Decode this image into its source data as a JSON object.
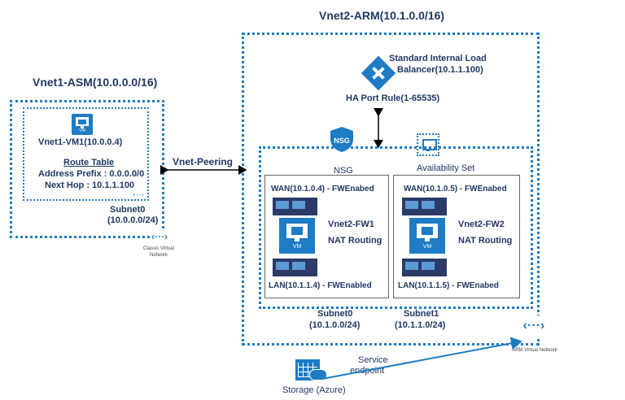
{
  "vnet1": {
    "title": "Vnet1-ASM(10.0.0.0/16)",
    "vm_name": "Vnet1-VM1(10.0.0.4)",
    "route_table_title": "Route Table",
    "address_prefix": "Address Prefix : 0.0.0.0/0",
    "next_hop": "Next Hop : 10.1.1.100",
    "subnet_name": "Subnet0",
    "subnet_cidr": "(10.0.0.0/24)",
    "network_label": "Classic Virtual Network",
    "vm_icon_text": "VM"
  },
  "peering": {
    "label": "Vnet-Peering"
  },
  "vnet2": {
    "title": "Vnet2-ARM(10.1.0.0/16)",
    "lb_line1": "Standard Internal Load",
    "lb_line2": "Balancer(10.1.1.100)",
    "ha_port_rule": "HA Port Rule(1-65535)",
    "nsg_icon_text": "NSG",
    "nsg_label": "NSG",
    "availability_set_label": "Availability Set",
    "network_label": "ARM Virtual Network"
  },
  "fw1": {
    "wan": "WAN(10.1.0.4) - FWEnabed",
    "name": "Vnet2-FW1",
    "routing": "NAT Routing",
    "lan": "LAN(10.1.1.4) - FWEnabled",
    "vm_icon_text": "VM"
  },
  "fw2": {
    "wan": "WAN(10.1.0.5) - FWEnabed",
    "name": "Vnet2-FW2",
    "routing": "NAT Routing",
    "lan": "LAN(10.1.1.5) - FWEnabed",
    "vm_icon_text": "VM"
  },
  "subnets": {
    "subnet0_name": "Subnet0",
    "subnet0_cidr": "(10.1.0.0/24)",
    "subnet1_name": "Subnet1",
    "subnet1_cidr": "(10.1.1.0/24)"
  },
  "storage": {
    "label": "Storage (Azure)",
    "service_endpoint_line1": "Service",
    "service_endpoint_line2": "endpoint"
  },
  "colors": {
    "azure_blue": "#1e7bc4",
    "text_navy": "#1f3864",
    "nic_dark": "#2b3a67"
  }
}
